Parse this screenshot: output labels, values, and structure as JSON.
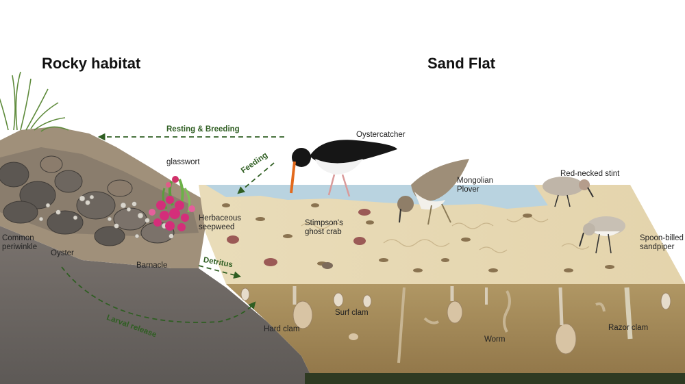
{
  "titles": {
    "rocky": "Rocky habitat",
    "sand": "Sand Flat"
  },
  "flows": {
    "resting": "Resting & Breeding",
    "feeding": "Feeding",
    "detritus": "Detritus",
    "larval": "Larval release"
  },
  "labels": {
    "oystercatcher": "Oystercatcher",
    "glasswort": "glasswort",
    "mongolian_plover_1": "Mongolian",
    "mongolian_plover_2": "Plover",
    "red_necked_stint": "Red-necked stint",
    "herbaceous_1": "Herbaceous",
    "herbaceous_2": "seepweed",
    "ghost_crab_1": "Stimpson's",
    "ghost_crab_2": "ghost crab",
    "periwinkle_1": "Common",
    "periwinkle_2": "periwinkle",
    "oyster": "Oyster",
    "barnacle": "Barnacle",
    "spoon_billed_1": "Spoon-billed",
    "spoon_billed_2": "sandpiper",
    "hard_clam": "Hard clam",
    "surf_clam": "Surf clam",
    "worm": "Worm",
    "razor_clam": "Razor clam"
  },
  "colors": {
    "sand": "#e8d9b5",
    "sediment": "#a58b5a",
    "water": "#b9d3e0",
    "rock": "#6f6a66",
    "arrow": "#2f5e22"
  }
}
